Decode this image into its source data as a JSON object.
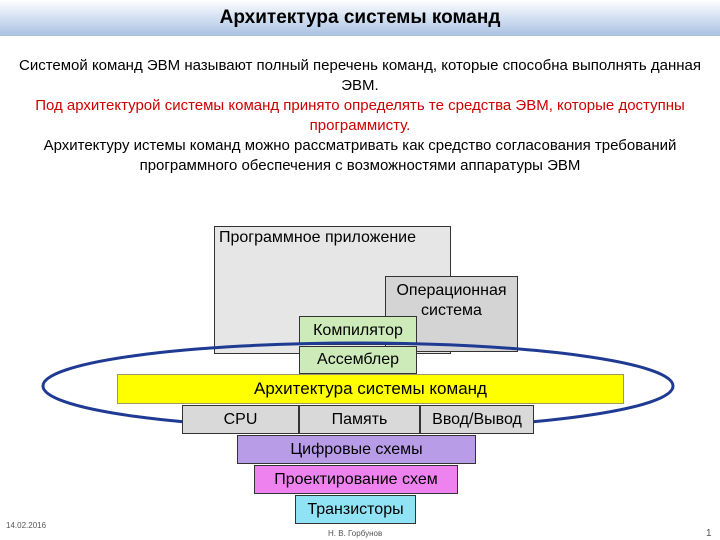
{
  "slide": {
    "title": "Архитектура системы команд",
    "paragraphs": [
      {
        "text": "Системой команд ЭВМ называют полный перечень команд, которые способна выполнять данная ЭВМ.",
        "color": "#000000"
      },
      {
        "text": "Под архитектурой системы команд принято определять те средства ЭВМ, которые доступны программисту.",
        "color": "#cc0000"
      },
      {
        "text": "Архитектуру истемы команд можно рассматривать как средство согласования требований программного обеспечения с возможностями аппаратуры ЭВМ",
        "color": "#000000"
      }
    ]
  },
  "diagram": {
    "application": "Программное приложение",
    "os": "Операционная система",
    "compiler": "Компилятор",
    "assembler": "Ассемблер",
    "isa": "Архитектура системы команд",
    "cpu": "CPU",
    "memory": "Память",
    "io": "Ввод/Вывод",
    "digital_circuits": "Цифровые схемы",
    "circuit_design": "Проектирование схем",
    "transistors": "Транзисторы"
  },
  "footer": {
    "date": "14.02.2016",
    "author": "Н. В. Горбунов",
    "page": "1"
  },
  "colors": {
    "isa": "#ffff00",
    "software": "#ccebb8",
    "hardware": "#d9d9d9",
    "digital": "#b89ce8",
    "design": "#ee82ee",
    "transistors": "#8fe3f5",
    "ellipse": "#1f3a93"
  }
}
